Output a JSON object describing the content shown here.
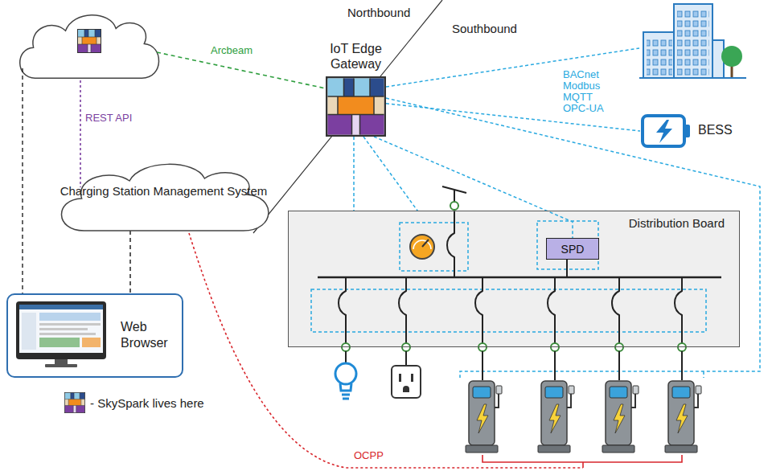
{
  "diagram": {
    "nodes": [
      {
        "text": [
          "IoT Edge Gateway"
        ]
      },
      {
        "text": [
          "BESS"
        ]
      },
      {
        "text": [
          "Charging Station Management System"
        ]
      },
      {
        "text": [
          "Distribution Board"
        ]
      },
      {
        "text": [
          "SPD"
        ],
        "in": 3
      },
      {
        "text": [
          "Web Browser"
        ]
      }
    ],
    "edges": [
      {
        "from": 0,
        "to": 1,
        "arrow": "none"
      },
      {
        "from": 0,
        "to": 4,
        "arrow": "none"
      },
      {
        "from": 2,
        "to": 5,
        "arrow": "none"
      }
    ],
    "labels": [
      "Northbound",
      "Southbound",
      "Arcbeam",
      "REST API",
      "BACnet",
      "Modbus",
      "MQTT",
      "OPC-UA",
      "OCPP"
    ],
    "legend": [
      {
        "text": "- SkySpark lives here"
      }
    ]
  }
}
